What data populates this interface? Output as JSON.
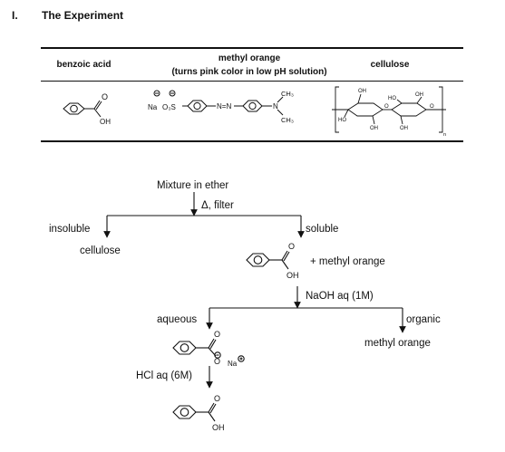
{
  "section": {
    "number": "I.",
    "title": "The Experiment"
  },
  "table": {
    "headers": {
      "benzoic_acid": "benzoic acid",
      "methyl_orange_line1": "methyl orange",
      "methyl_orange_line2": "(turns pink color in low pH solution)",
      "cellulose": "cellulose"
    },
    "structures": {
      "benzoic_acid": {
        "carbonyl_o": "O",
        "hydroxyl": "OH"
      },
      "methyl_orange": {
        "sodium": "Na",
        "sulfonate": "O₃S",
        "azo": "N=N",
        "amine_n": "N",
        "methyl_top": "CH₃",
        "methyl_bottom": "CH₃"
      },
      "cellulose": {
        "oh1": "OH",
        "oh2": "OH",
        "ho1": "HO",
        "ho2": "HO",
        "oh3": "OH",
        "oh4": "OH",
        "o1": "O",
        "o2": "O",
        "subscript": "n"
      }
    }
  },
  "flowchart": {
    "start": "Mixture in ether",
    "step1_condition": "Δ, filter",
    "insoluble_label": "insoluble",
    "insoluble_product": "cellulose",
    "soluble_label": "soluble",
    "soluble_extra": "+ methyl orange",
    "step2_condition": "NaOH aq (1M)",
    "aqueous_label": "aqueous",
    "organic_label": "organic",
    "organic_product": "methyl orange",
    "step3_condition": "HCl aq (6M)",
    "benzoic_o": "O",
    "benzoic_oh": "OH",
    "benzoic_oh_final": "OH",
    "benzoate_o": "O",
    "benzoate_o_minus": "O",
    "benzoate_na": "Na"
  }
}
